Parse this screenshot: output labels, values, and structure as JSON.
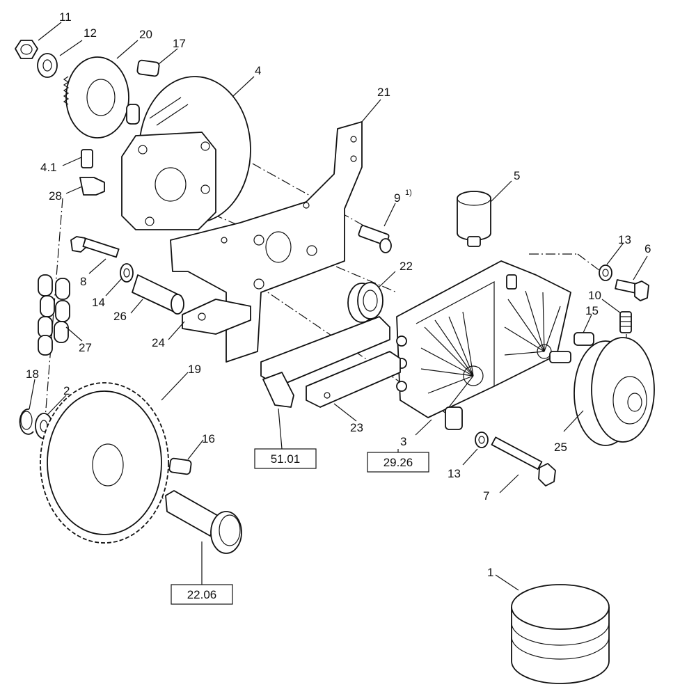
{
  "diagram": {
    "callouts": {
      "c11": "11",
      "c12": "12",
      "c20": "20",
      "c17": "17",
      "c4": "4",
      "c41": "4.1",
      "c28": "28",
      "c21": "21",
      "c9": "9",
      "c9sup": "1)",
      "c5": "5",
      "c13a": "13",
      "c6": "6",
      "c10": "10",
      "c15": "15",
      "c8": "8",
      "c14": "14",
      "c26": "26",
      "c24": "24",
      "c27": "27",
      "c22": "22",
      "c18": "18",
      "c2": "2",
      "c19": "19",
      "c16": "16",
      "c23": "23",
      "c3": "3",
      "c25": "25",
      "c13b": "13",
      "c7": "7",
      "c1": "1"
    },
    "references": {
      "r5101": "51.01",
      "r2926": "29.26",
      "r2206": "22.06"
    }
  }
}
